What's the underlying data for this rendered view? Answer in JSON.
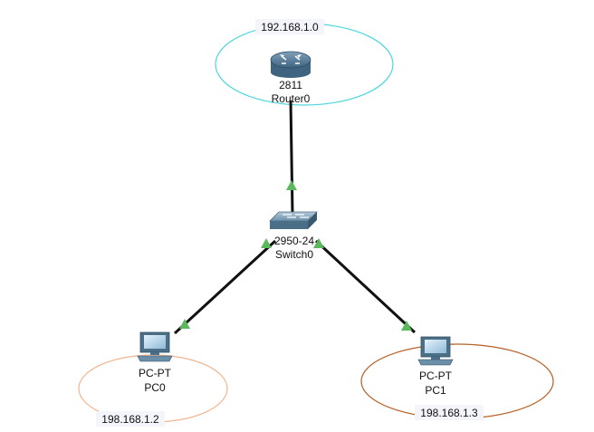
{
  "colors": {
    "background": "#ffffff",
    "router_network": "#4fd6dc",
    "pc0_network": "#f2b48e",
    "pc1_network": "#b8632a",
    "link": "#111111",
    "link_indicator": "#5cb85c"
  },
  "networks": {
    "router_net": {
      "label": "192.168.1.0"
    },
    "pc0_net": {
      "label": "198.168.1.2"
    },
    "pc1_net": {
      "label": "198.168.1.3"
    }
  },
  "devices": {
    "router0": {
      "icon": "router-icon",
      "model": "2811",
      "name": "Router0"
    },
    "switch0": {
      "icon": "switch-icon",
      "model": "2950-24",
      "name": "Switch0"
    },
    "pc0": {
      "icon": "pc-icon",
      "model": "PC-PT",
      "name": "PC0"
    },
    "pc1": {
      "icon": "pc-icon",
      "model": "PC-PT",
      "name": "PC1"
    }
  }
}
